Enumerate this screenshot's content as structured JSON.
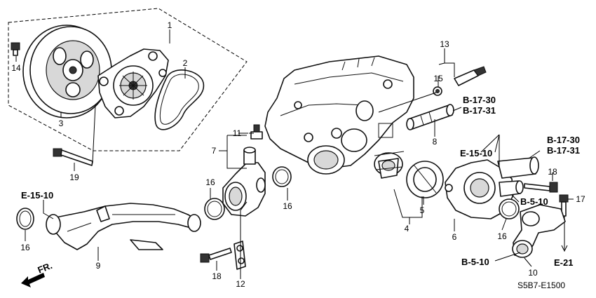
{
  "callouts": {
    "c1": "1",
    "c2": "2",
    "c3": "3",
    "c4": "4",
    "c5": "5",
    "c6": "6",
    "c7": "7",
    "c8": "8",
    "c9": "9",
    "c10": "10",
    "c11": "11",
    "c12": "12",
    "c13": "13",
    "c14": "14",
    "c15": "15",
    "c16a": "16",
    "c16b": "16",
    "c16c": "16",
    "c16d": "16",
    "c17": "17",
    "c18a": "18",
    "c18b": "18",
    "c19": "19"
  },
  "references": {
    "r_b1730_a": "B-17-30",
    "r_b1731_a": "B-17-31",
    "r_b1730_b": "B-17-30",
    "r_b1731_b": "B-17-31",
    "r_e1510_a": "E-15-10",
    "r_e1510_b": "E-15-10",
    "r_b510_a": "B-5-10",
    "r_b510_b": "B-5-10",
    "r_e21": "E-21"
  },
  "orientation": {
    "front_label": "FR."
  },
  "diagram_code": "S5B7-E1500"
}
